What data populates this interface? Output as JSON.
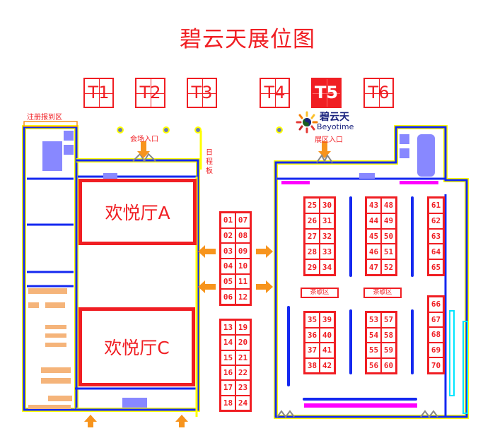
{
  "title": "碧云天展位图",
  "t_zones": [
    {
      "label": "T1",
      "active": false
    },
    {
      "label": "T2",
      "active": false
    },
    {
      "label": "T3",
      "active": false
    },
    {
      "label": "T4",
      "active": false
    },
    {
      "label": "T5",
      "active": true
    },
    {
      "label": "T6",
      "active": false
    }
  ],
  "labels": {
    "registration": "注册报到区",
    "venue_entrance": "会场入口",
    "schedule_board": "日程板",
    "exhibit_entrance": "展区入口",
    "tea_break_left": "茶歇区",
    "tea_break_right": "茶歇区"
  },
  "logo": {
    "cn": "碧云天",
    "en": "Beyotime"
  },
  "halls": {
    "a": "欢悦厅A",
    "c": "欢悦厅C"
  },
  "booths": {
    "corridor_top": [
      "01",
      "07",
      "02",
      "08",
      "03",
      "09",
      "04",
      "10",
      "05",
      "11",
      "06",
      "12"
    ],
    "corridor_bottom": [
      "13",
      "19",
      "14",
      "20",
      "15",
      "21",
      "16",
      "22",
      "17",
      "23",
      "18",
      "24"
    ],
    "hall_col1_top": [
      "25",
      "30",
      "26",
      "31",
      "27",
      "32",
      "28",
      "33",
      "29",
      "34"
    ],
    "hall_col2_top": [
      "43",
      "48",
      "44",
      "49",
      "45",
      "50",
      "46",
      "51",
      "47",
      "52"
    ],
    "hall_col3_top": [
      "61",
      "62",
      "63",
      "64",
      "65"
    ],
    "hall_col1_bottom": [
      "35",
      "39",
      "36",
      "40",
      "37",
      "41",
      "38",
      "42"
    ],
    "hall_col2_bottom": [
      "53",
      "57",
      "54",
      "58",
      "55",
      "59",
      "56",
      "60"
    ],
    "hall_col3_bottom": [
      "66",
      "67",
      "68",
      "69",
      "70"
    ]
  },
  "colors": {
    "accent": "#f01e23",
    "wall": "#1428f0",
    "outline": "#ffff00",
    "arrow": "#f7941d"
  }
}
